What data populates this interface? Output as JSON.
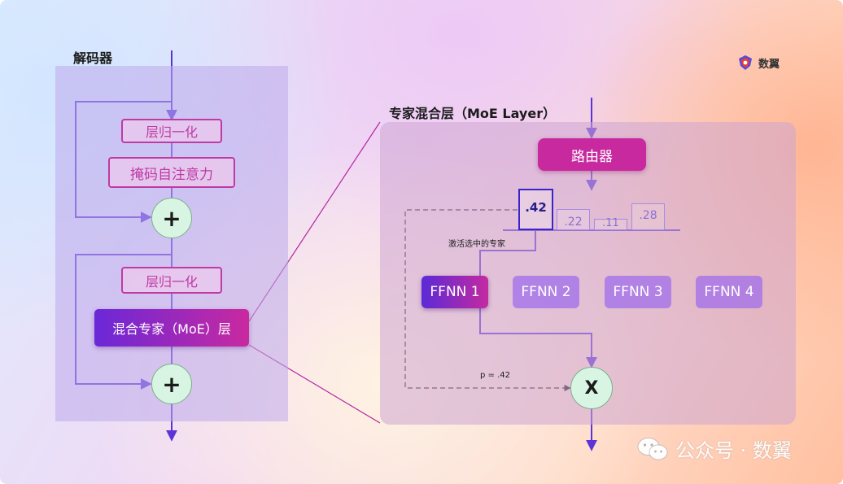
{
  "decoder": {
    "title": "解码器",
    "layernorm_1": "层归一化",
    "masked_attention": "掩码自注意力",
    "plus_1": "+",
    "layernorm_2": "层归一化",
    "moe_layer": "混合专家（MoE）层",
    "plus_2": "+"
  },
  "moe": {
    "title": "专家混合层（MoE Layer）",
    "router": "路由器",
    "probabilities": [
      {
        "label": ".42",
        "value": 0.42,
        "selected": true
      },
      {
        "label": ".22",
        "value": 0.22,
        "selected": false
      },
      {
        "label": ".11",
        "value": 0.11,
        "selected": false
      },
      {
        "label": ".28",
        "value": 0.28,
        "selected": false
      }
    ],
    "activate_label": "激活选中的专家",
    "experts": [
      {
        "label": "FFNN 1",
        "active": true
      },
      {
        "label": "FFNN 2",
        "active": false
      },
      {
        "label": "FFNN 3",
        "active": false
      },
      {
        "label": "FFNN 4",
        "active": false
      }
    ],
    "gate_label": "p = .42",
    "multiply": "X"
  },
  "brand": {
    "name": "数翼",
    "icon": "shield-logo-icon"
  },
  "watermark": {
    "text": "公众号 · 数翼",
    "icon": "wechat-icon"
  },
  "colors": {
    "accent": "#c9299f",
    "arrow": "#5a34d6",
    "panel": "#b9a6ea"
  }
}
